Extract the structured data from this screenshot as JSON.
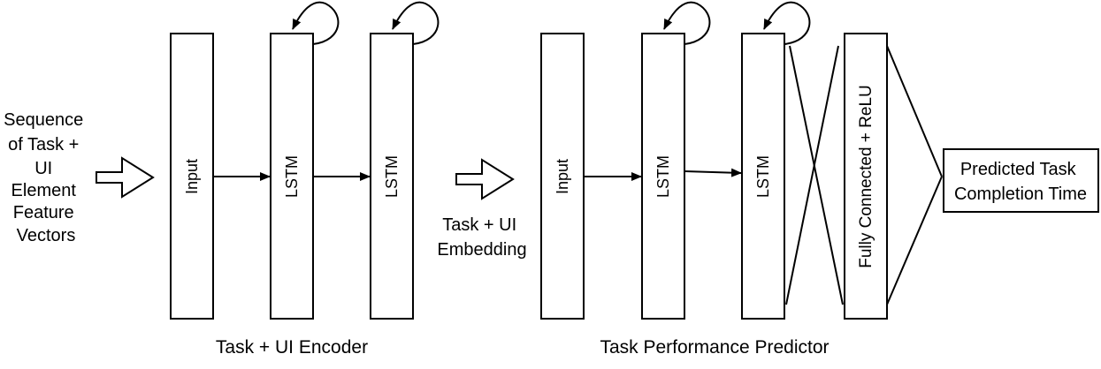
{
  "input_text": [
    "Sequence",
    "of Task +",
    "UI",
    "Element",
    "Feature",
    "Vectors"
  ],
  "encoder": {
    "layers": [
      "Input",
      "LSTM",
      "LSTM"
    ],
    "caption": "Task + UI Encoder"
  },
  "embedding_text": [
    "Task + UI",
    "Embedding"
  ],
  "predictor": {
    "layers": [
      "Input",
      "LSTM",
      "LSTM"
    ],
    "fc_label": "Fully Connected + ReLU",
    "caption": "Task Performance Predictor"
  },
  "output_text": [
    "Predicted Task",
    "Completion Time"
  ]
}
